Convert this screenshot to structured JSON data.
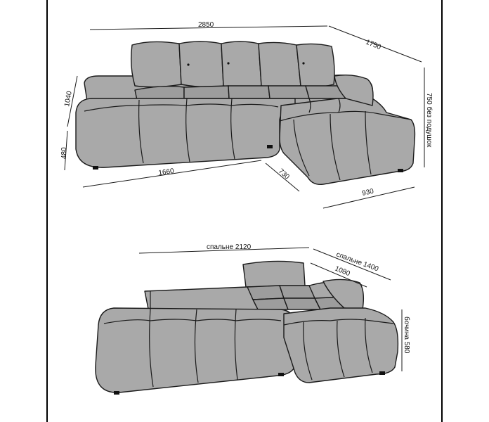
{
  "top_view": {
    "width_total": "2850",
    "depth_total": "1750",
    "height_label": "750 без подушок",
    "back_height": "1040",
    "seat_height": "480",
    "seat_width": "1660",
    "seat_depth": "730",
    "chaise_width": "930"
  },
  "bed_view": {
    "sleep_length": "спальне 2120",
    "sleep_width": "спальне 1400",
    "inner_depth": "1080",
    "side_height": "бочина 580"
  }
}
